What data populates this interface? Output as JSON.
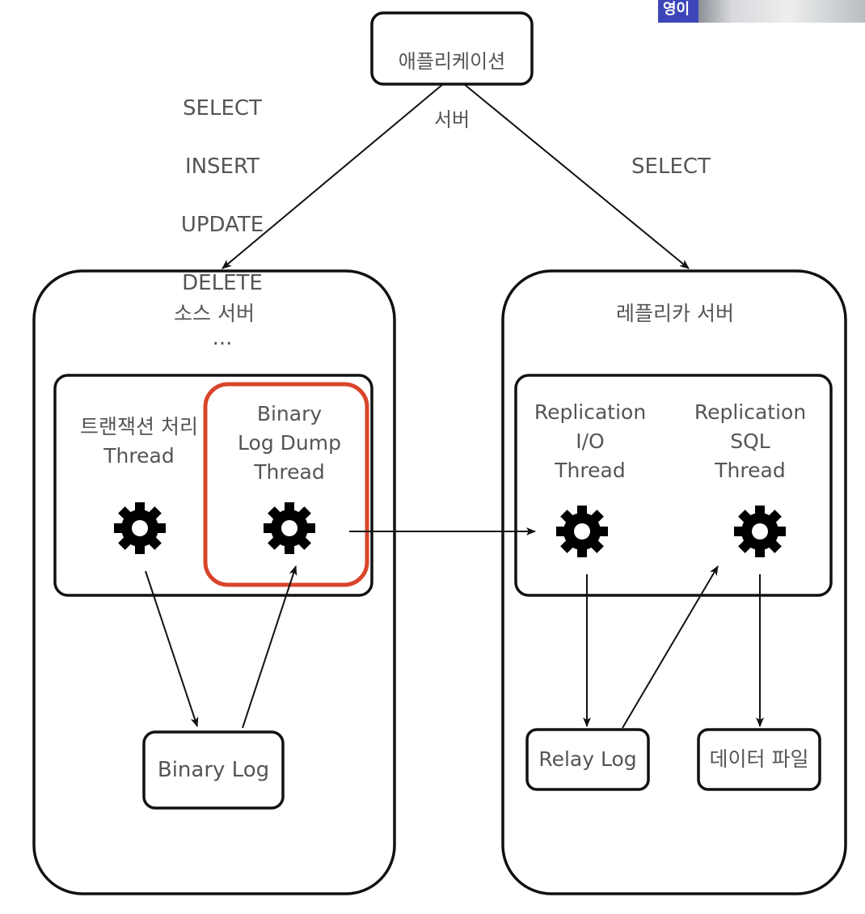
{
  "app_server": {
    "line1": "애플리케이션",
    "line2": "서버"
  },
  "source_queries": [
    "SELECT",
    "INSERT",
    "UPDATE",
    "DELETE",
    "..."
  ],
  "replica_queries": [
    "SELECT"
  ],
  "source_server": {
    "title": "소스 서버",
    "tx_thread": "트랜잭션 처리\nThread",
    "dump_thread": "Binary\nLog Dump\nThread",
    "binary_log": "Binary Log"
  },
  "replica_server": {
    "title": "레플리카 서버",
    "io_thread": "Replication\nI/O\nThread",
    "sql_thread": "Replication\nSQL\nThread",
    "relay_log": "Relay Log",
    "data_file": "데이터 파일"
  },
  "speaker_badge": {
    "label": "영이"
  },
  "colors": {
    "highlight": "#d9442a",
    "stroke": "#111111",
    "text": "#555555",
    "badge": "#3d46b8"
  },
  "icons": [
    "gear-icon"
  ]
}
